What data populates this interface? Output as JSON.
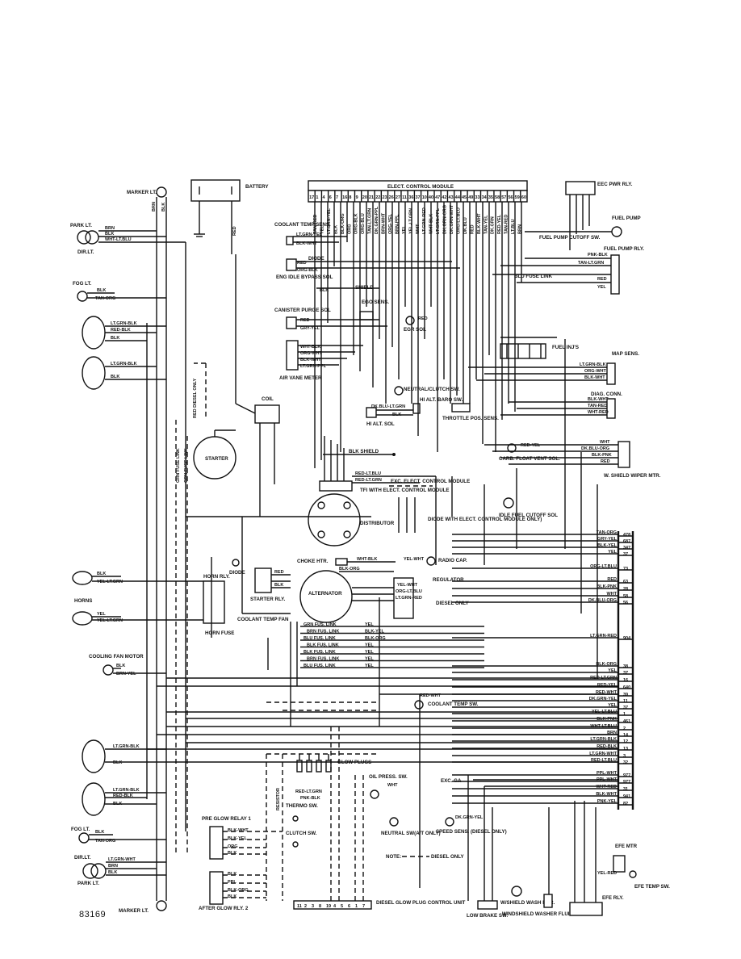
{
  "diagram_id": "83169",
  "labels": {
    "marker_lt": "MARKER LT.",
    "battery": "BATTERY",
    "ecm": "ELECT. CONTROL MODULE",
    "eec_pwr_rly": "EEC PWR RLY.",
    "park_lt": "PARK LT.",
    "dir_lt": "DIR.LT.",
    "coolant_temp_sens": "COOLANT TEMP SENS.",
    "diode": "DIODE",
    "eng_idle_bypass": "ENG IDLE BYPASS SOL",
    "fog_lt": "FOG LT.",
    "shield": "SHIELD",
    "ego_sens": "EGO SENS.",
    "canister_purge": "CANISTER PURGE SOL",
    "egr_sol": "EGR SOL",
    "fuel_pump": "FUEL PUMP",
    "fuel_pump_cutoff": "FUEL PUMP CUTOFF SW.",
    "fuel_pump_rly": "FUEL PUMP RLY.",
    "blu_fuse_link": "BLU FUSE LINK",
    "fuel_injs": "FUEL INJ'S",
    "map_sens": "MAP SENS.",
    "air_vane_meter": "AIR VANE METER",
    "neutral_clutch": "NEUTRAL/CLUTCH SW.",
    "hi_alt_baro": "HI ALT. BARO SW.",
    "hi_alt_sol": "HI ALT. SOL",
    "throttle_pos": "THROTTLE POS. SENS.",
    "diag_conn": "DIAG. CONN.",
    "coil": "COIL",
    "red_diesel_only": "RED DIESEL ONLY",
    "starter": "STARTER",
    "blk_shield": "BLK SHIELD",
    "carb_float": "CARB. FLOAT VENT SOL.",
    "w_shield_wiper": "W. SHIELD WIPER MTR.",
    "tfi": "TFI WITH ELECT. CONTROL MODULE",
    "distributor": "DISTRIBUTOR",
    "exc_elect": "EXC. ELECT. CONTROL MODULE",
    "diode_with": "DIODE WITH ELECT. CONTROL MODULE ONLY)",
    "idle_fuel_cutoff": "IDLE FUEL CUTOFF SOL",
    "choke_htr": "CHOKE HTR.",
    "radio_cap": "RADIO CAP.",
    "horn_rly": "HORN RLY.",
    "horns": "HORNS",
    "starter_rly": "STARTER RLY.",
    "alternator": "ALTERNATOR",
    "regulator": "REGULATOR",
    "diesel_only": "DIESEL ONLY",
    "coolant_temp_fan": "COOLANT TEMP FAN",
    "horn_fuse": "HORN FUSE",
    "cooling_fan_motor": "COOLING FAN MOTOR",
    "coolant_temp_sw": "COOLANT TEMP SW.",
    "glow_plugs": "GLOW PLUGS",
    "oil_press_sw": "OIL PRESS. SW.",
    "exc_ga": "EXC. GA",
    "resistor": "RESISTOR",
    "thermo_sw": "THERMO SW.",
    "clutch_sw": "CLUTCH SW.",
    "pre_glow_rly": "PRE GLOW RELAY 1",
    "neutral_sw": "NEUTRAL SW(A/T ONLY)",
    "speed_sens": "SPEED SENS. (DIESEL ONLY)",
    "note": "NOTE:",
    "diesel_only_note": "DIESEL ONLY",
    "efe_mtr": "EFE MTR",
    "efe_temp_sw": "EFE TEMP SW.",
    "efe_rly": "EFE RLY.",
    "w_shield_wash": "W/SHIELD WASH MTR.",
    "windshield_washer": "WINDSHIELD WASHER FLUID SYS.",
    "low_brake_sw": "LOW BRAKE SW.",
    "after_glow": "AFTER GLOW RLY. 2",
    "diesel_glow_unit": "DIESEL GLOW PLUG CONTROL UNIT",
    "red": "RED"
  },
  "ecm_pins": [
    "17",
    "1",
    "4",
    "6",
    "7",
    "16",
    "8",
    "9",
    "20",
    "21",
    "22",
    "23",
    "26",
    "27",
    "11",
    "36",
    "37",
    "10",
    "40",
    "47",
    "42",
    "43",
    "44",
    "45",
    "49",
    "33",
    "34",
    "35",
    "58",
    "57",
    "56",
    "59",
    "60"
  ],
  "ecm_wires": [
    "TAN-RED",
    "YEL",
    "LT.GRN-YEL",
    "BLK",
    "BLK-ORG",
    "ORG",
    "ORG-BLK",
    "ORG-BLU",
    "TAN-LT.GRN",
    "DK.GRN-PPL",
    "BRN-WHT",
    "ORG-YEL",
    "BRN-PPL",
    "YEL",
    "YEL-LT.GRN",
    "WHT",
    "LT.GRN-RED",
    "WHT-BLK",
    "LT.GRN-PPL",
    "DK.GRN-ORG",
    "DK.GRN-WHT",
    "ORG-LT.BLU",
    "DK.BLU",
    "RED",
    "BLK-WHT",
    "TAN-YEL",
    "DK.GRN",
    "RED-YEL",
    "TAN-RED",
    "LT.BLU",
    "BRN"
  ],
  "right_terminals": [
    {
      "wire": "TAN-ORG",
      "num": "478"
    },
    {
      "wire": "GRY-YEL",
      "num": "687"
    },
    {
      "wire": "BLK-YEL",
      "num": "347"
    },
    {
      "wire": "YEL",
      "num": "37"
    },
    {
      "wire": "ORG-LT.BLU",
      "num": "73"
    },
    {
      "wire": "RED",
      "num": "63"
    },
    {
      "wire": "BLK-PNK",
      "num": "28"
    },
    {
      "wire": "WHT",
      "num": "58"
    },
    {
      "wire": "DK.BLU-ORG",
      "num": "56"
    },
    {
      "wire": "LT.GRN-RED",
      "num": "904"
    },
    {
      "wire": "BLK-ORG",
      "num": "38"
    },
    {
      "wire": "YEL",
      "num": "37"
    },
    {
      "wire": "RED-LT.GRN",
      "num": "16"
    },
    {
      "wire": "RED-YEL",
      "num": "640"
    },
    {
      "wire": "RED-WHT",
      "num": "39"
    },
    {
      "wire": "DK.GRN-YEL",
      "num": "11"
    },
    {
      "wire": "YEL",
      "num": "37"
    },
    {
      "wire": "YEL-LT.BLU",
      "num": "1"
    },
    {
      "wire": "BLK-PNK",
      "num": "461"
    },
    {
      "wire": "WHT-LT.BLU",
      "num": "2"
    },
    {
      "wire": "BRN",
      "num": "14"
    },
    {
      "wire": "LT.GRN-BLK",
      "num": "12"
    },
    {
      "wire": "RED-BLK",
      "num": "13"
    },
    {
      "wire": "LT.GRN-WHT",
      "num": "3"
    },
    {
      "wire": "RED-LT.BLU",
      "num": "32"
    },
    {
      "wire": "PPL-WHT",
      "num": "977"
    },
    {
      "wire": "PPL-WHT",
      "num": "977"
    },
    {
      "wire": "WHT-RED",
      "num": "31"
    },
    {
      "wire": "BLK-WHT",
      "num": "941"
    },
    {
      "wire": "PNK-YEL",
      "num": "82"
    }
  ],
  "fuse_links": [
    {
      "color": "GRN",
      "text": "GRN FUS. LINK"
    },
    {
      "color": "BRN",
      "text": "BRN FUS. LINK"
    },
    {
      "color": "BLU",
      "text": "BLU FUS. LINK"
    },
    {
      "color": "BLK",
      "text": "BLK FUS. LINK"
    },
    {
      "color": "BLK",
      "text": "BLK FUS. LINK"
    },
    {
      "color": "BRN",
      "text": "BRN FUS. LINK"
    },
    {
      "color": "BLU",
      "text": "BLU FUS. LINK"
    }
  ],
  "fuse_link_right_wires": [
    "YEL",
    "BLK-YEL",
    "BLK-ORG",
    "YEL",
    "YEL",
    "YEL",
    "YEL"
  ],
  "glow_unit_pins": [
    "11",
    "2",
    "3",
    "8",
    "19",
    "4",
    "5",
    "6",
    "1",
    "7"
  ],
  "wire_text": {
    "brn": "BRN",
    "blk": "BLK",
    "wht_lt_blu": "WHT-LT.BLU",
    "lt_grn_blk": "LT.GRN-BLK",
    "red_blk": "RED-BLK",
    "tan_org": "TAN-ORG",
    "lt_grn_yel": "LT.GRN-YEL",
    "blk_wht": "BLK-WHT",
    "red": "RED",
    "org_blk": "ORG-BLK",
    "grn_yel": "GRY-YEL",
    "wht_blk": "WHT-BLK",
    "org_wht": "ORG-WHT",
    "lt_grn_ppl": "LT.GRN-PPL",
    "pnk_blk": "PNK-BLK",
    "tan_lt_grn": "TAN-LT.GRN",
    "yel": "YEL",
    "blk_wht_map": "BLK-WHT",
    "dk_blu_lt_grn": "DK.BLU-LT.GRN",
    "tan_red": "TAN-RED",
    "wht_red": "WHT-RED",
    "red_yel": "RED-YEL",
    "dk_blu_org": "DK.BLU-ORG",
    "blk_pnk": "BLK-PNK",
    "wht": "WHT",
    "red_lt_blu": "RED-LT.BLU",
    "red_lt_grn": "RED-LT.GRN",
    "lt_grn_wht": "LT.GRN-WHT",
    "yel_lt_grn": "YEL-LT.GRN",
    "yel_lt_grn2": "YEL-LT.GRN",
    "brn_yel": "BRN-YEL",
    "blk_org": "BLK-ORG",
    "yel_wht": "YEL-WHT",
    "org_lt_blu": "ORG-LT.BLU",
    "lt_grn_red": "LT.GRN-RED",
    "red_wht": "RED-WHT",
    "dk_grn_yel": "DK.GRN-YEL",
    "ppl_wht": "PPL-WHT",
    "yel_red": "YEL-RED",
    "pnk_blk2": "PNK-BLK",
    "ppl": "PPL",
    "grn_fuse_link": "GRN FUSE LINK",
    "grn_fuse_link2": "GRN FUSE LINK",
    "org": "ORG",
    "yel_lt_blu": "YEL-LT.BLU",
    "dk_grn_lt_grn": "DK.GRN-LT.GRN",
    "blk_yel": "BLK-YEL",
    "wht_blk2": "WHT-BLK"
  }
}
